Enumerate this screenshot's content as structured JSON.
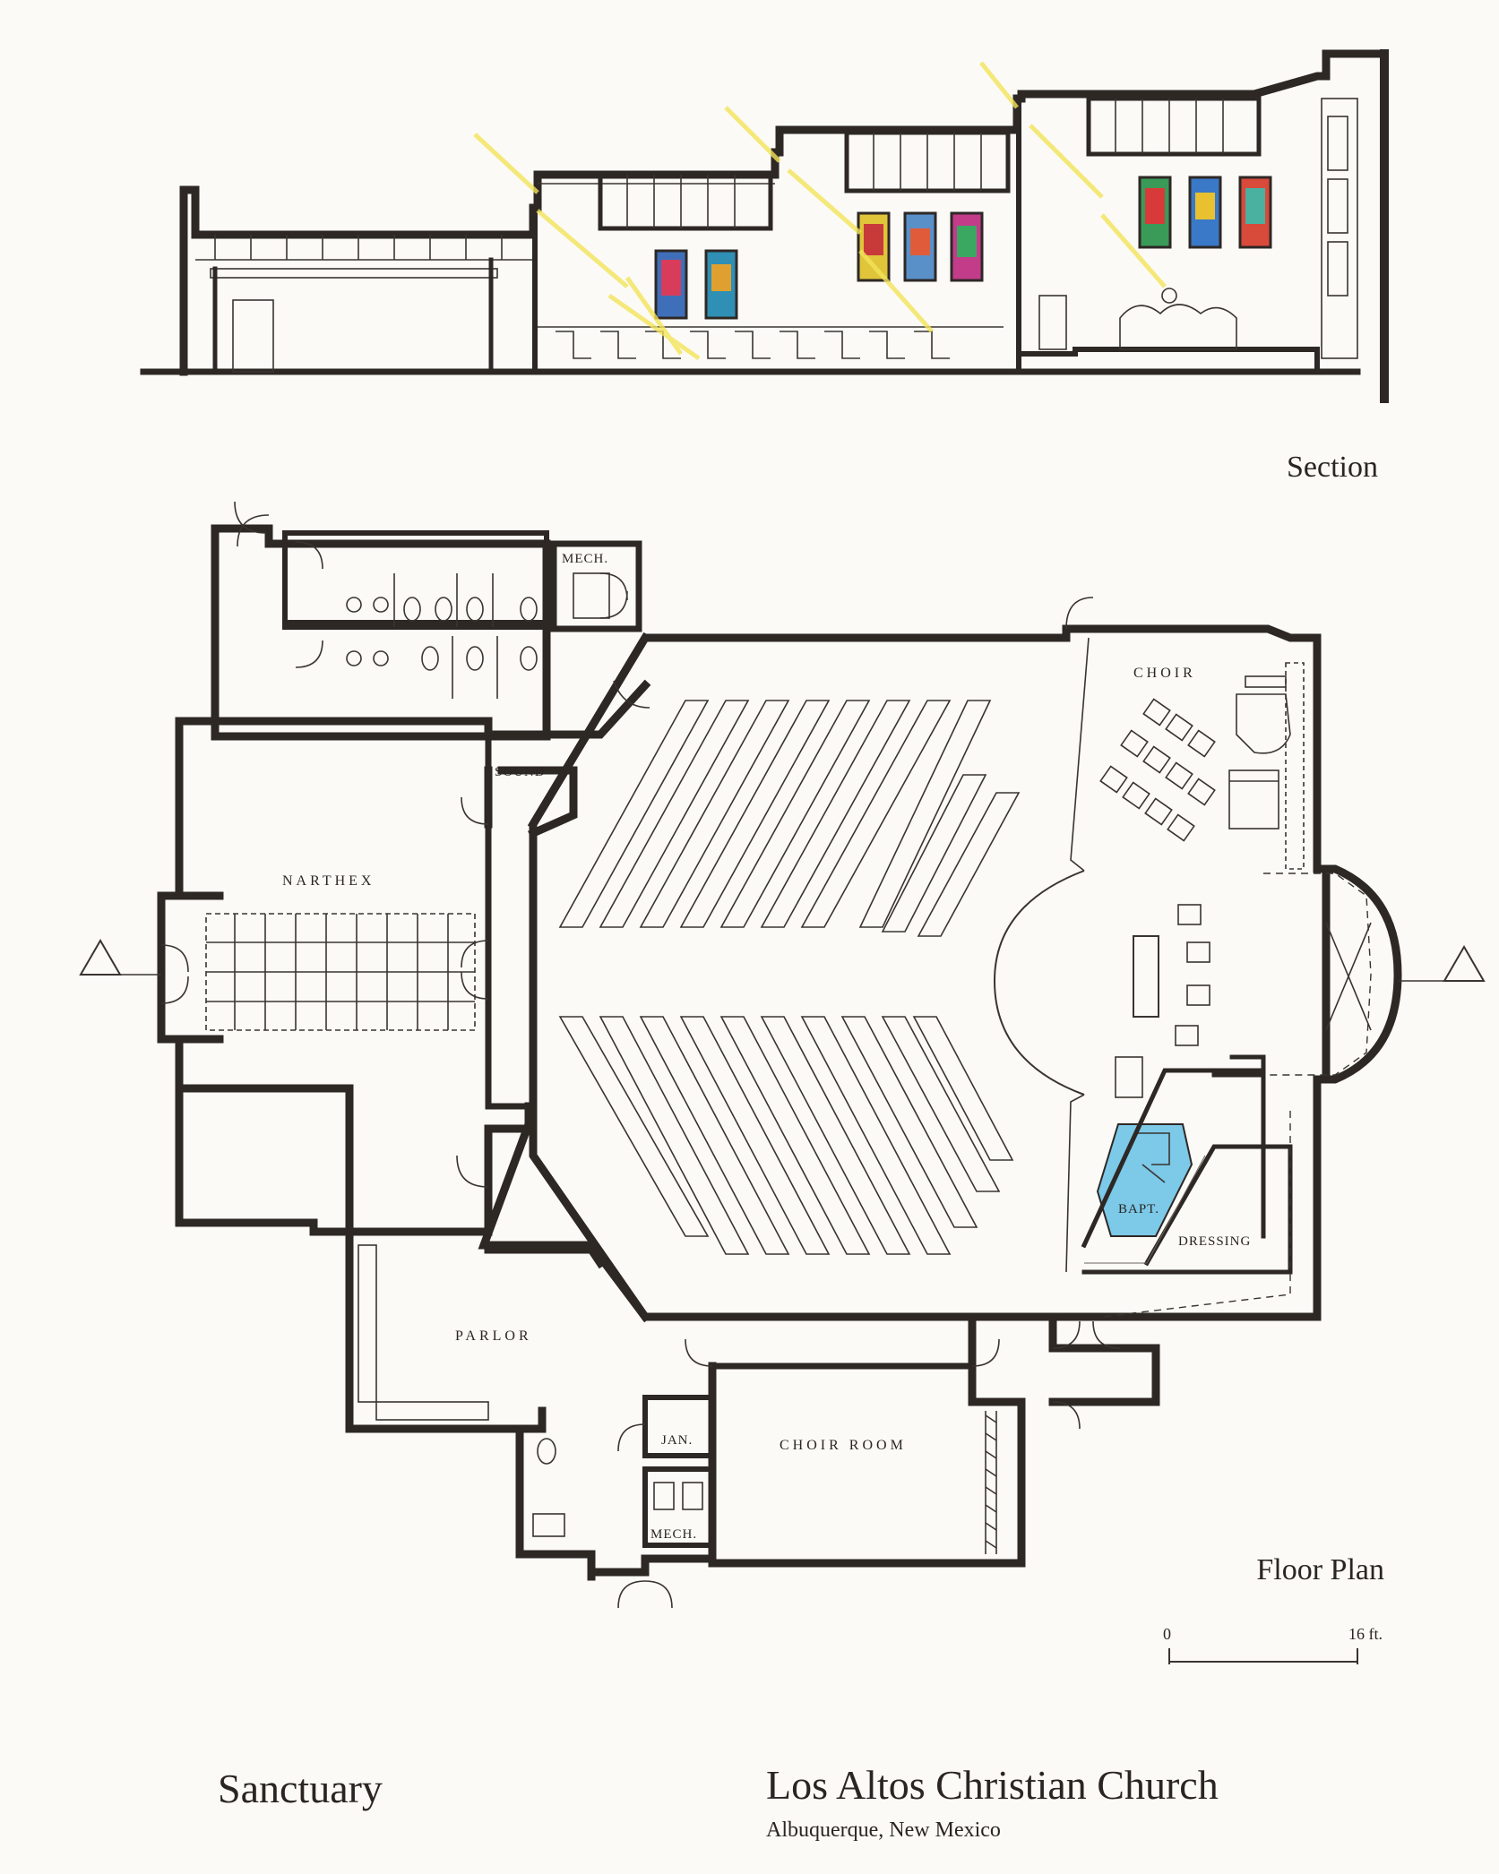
{
  "section": {
    "label": "Section"
  },
  "floor_plan": {
    "label": "Floor Plan",
    "rooms": {
      "mech_top": "MECH.",
      "sound": "SOUND",
      "narthex": "NARTHEX",
      "choir": "CHOIR",
      "bapt": "BAPT.",
      "dressing": "DRESSING",
      "parlor": "PARLOR",
      "jan": "JAN.",
      "mech_bottom": "MECH.",
      "choir_room": "CHOIR ROOM"
    },
    "scale": {
      "start": "0",
      "end": "16 ft."
    }
  },
  "title_block": {
    "drawing_name": "Sanctuary",
    "church_name": "Los Altos Christian Church",
    "location": "Albuquerque, New Mexico"
  },
  "colors": {
    "ink": "#2e2825",
    "paper": "#fbfaf6",
    "sun_rays": "#f3e45a",
    "baptistry_water": "#7cc9e8"
  }
}
